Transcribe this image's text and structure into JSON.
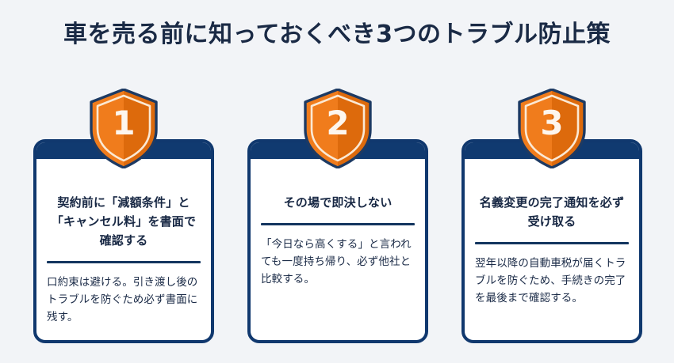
{
  "page": {
    "title": "車を売る前に知っておくべき3つのトラブル防止策",
    "background_color": "#f2f4f7",
    "navy_color": "#103a70",
    "orange_color": "#ef7a1a",
    "text_color": "#1a2a45"
  },
  "cards": [
    {
      "badge_number": "1",
      "heading": "契約前に「減額条件」と「キャンセル料」を書面で確認する",
      "body": "口約束は避ける。引き渡し後のトラブルを防ぐため必ず書面に残す。"
    },
    {
      "badge_number": "2",
      "heading": "その場で即決しない",
      "body": "「今日なら高くする」と言われても一度持ち帰り、必ず他社と比較する。"
    },
    {
      "badge_number": "3",
      "heading": "名義変更の完了通知を必ず受け取る",
      "body": "翌年以降の自動車税が届くトラブルを防ぐため、手続きの完了を最後まで確認する。"
    }
  ]
}
